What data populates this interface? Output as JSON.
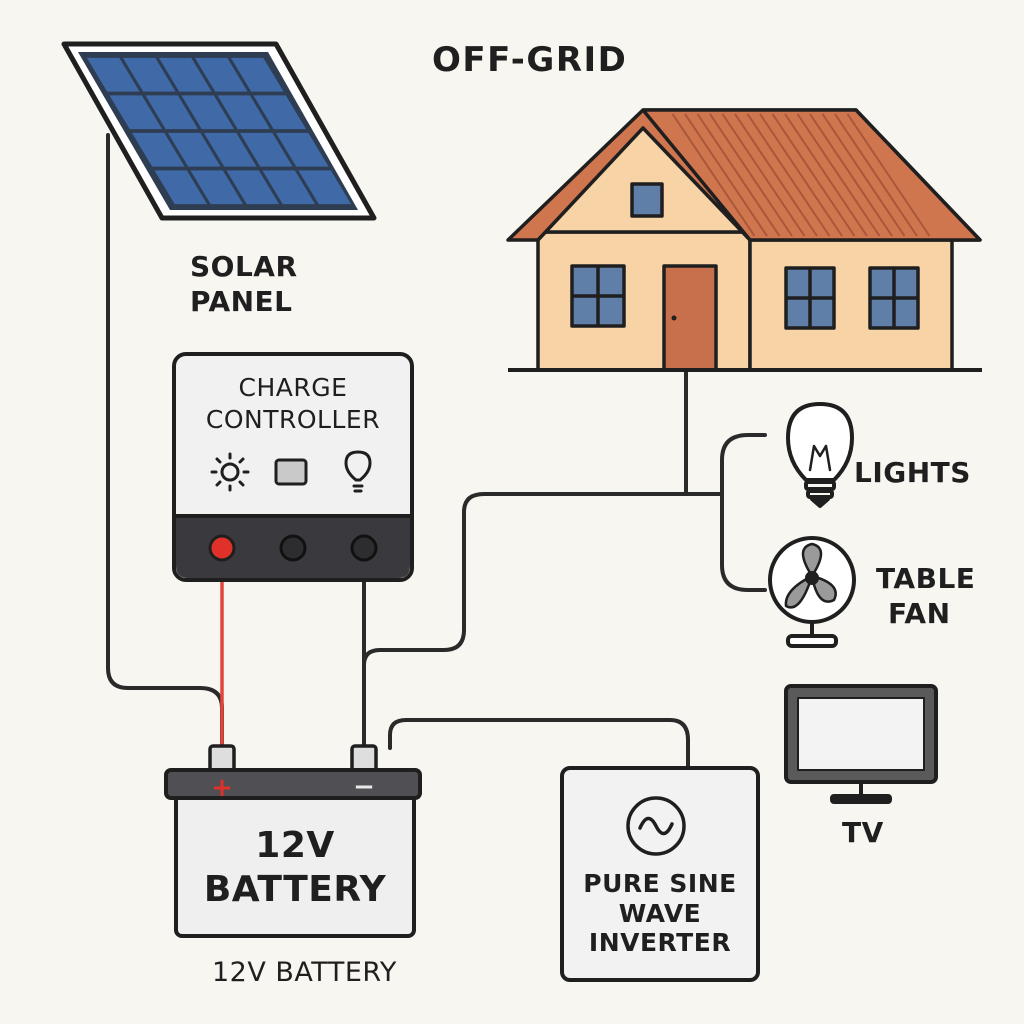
{
  "title": "OFF-GRID",
  "solar_panel": {
    "line1": "SOLAR",
    "line2": "PANEL"
  },
  "charge_controller": {
    "line1": "CHARGE",
    "line2": "CONTROLLER"
  },
  "battery": {
    "line1": "12V",
    "line2": "BATTERY",
    "caption": "12V BATTERY",
    "pos_symbol": "+",
    "neg_symbol": "−"
  },
  "inverter": {
    "line1": "PURE SINE",
    "line2": "WAVE",
    "line3": "INVERTER"
  },
  "loads": {
    "lights": "LIGHTS",
    "table_fan_line1": "TABLE",
    "table_fan_line2": "FAN",
    "tv": "TV"
  },
  "colors": {
    "panel_cell": "#3f6aa7",
    "roof": "#d0764f",
    "wall": "#f7d3a6",
    "door": "#c7704b",
    "window": "#5f7fa8",
    "wire": "#2a2a2a",
    "wire_positive": "#e0463a",
    "terminal_red": "#e0302a",
    "controller_bottom": "#3a3a3e"
  },
  "icons": [
    "sun-icon",
    "display-icon",
    "bulb-icon",
    "sine-wave-icon",
    "light-bulb-icon",
    "fan-icon",
    "tv-icon",
    "house-icon"
  ]
}
